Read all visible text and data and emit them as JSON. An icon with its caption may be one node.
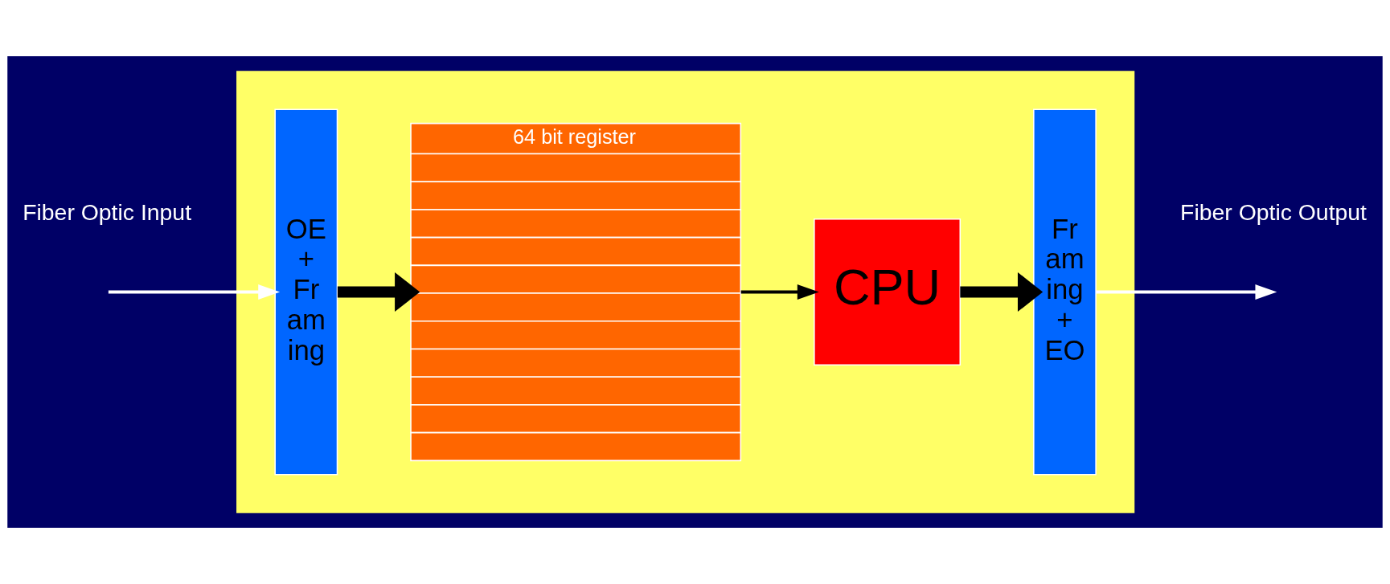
{
  "diagram": {
    "nodes": [
      {
        "text": [],
        "shape": "box"
      },
      {
        "text": [
          "OE + Fr am ing"
        ],
        "in": 0
      },
      {
        "text": [
          "64 bit register"
        ],
        "in": 0
      },
      {
        "text": [
          "CPU"
        ],
        "in": 0
      },
      {
        "text": [
          "Fr am ing + EO"
        ],
        "in": 0
      },
      {
        "text": [
          "Fiber Optic Input"
        ]
      },
      {
        "text": [
          "Fiber Optic Output"
        ]
      }
    ],
    "edges": [
      {
        "from": null,
        "to": 1,
        "arrow": "to",
        "color": "#ffffff"
      },
      {
        "from": 1,
        "to": 2,
        "arrow": "to",
        "style": "thick"
      },
      {
        "from": 2,
        "to": 3,
        "arrow": "to"
      },
      {
        "from": 3,
        "to": 4,
        "arrow": "to",
        "style": "thick"
      },
      {
        "from": 4,
        "to": null,
        "arrow": "to",
        "color": "#ffffff"
      }
    ]
  }
}
